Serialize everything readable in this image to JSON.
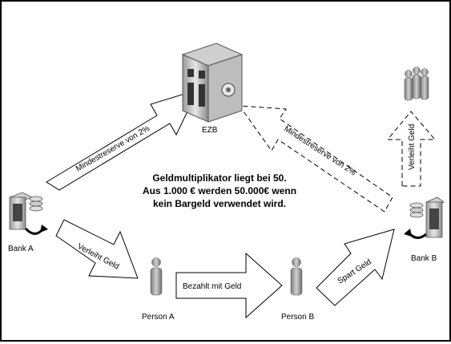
{
  "labels": {
    "ezb": "EZB",
    "bank_a": "Bank A",
    "bank_b": "Bank B",
    "person_a": "Person A",
    "person_b": "Person B"
  },
  "arrows": {
    "reserve_a": "Mindestreserve von 2%",
    "reserve_b": "Mindestreserve von 2%",
    "lend_a": "Verleiht Geld",
    "lend_b": "Verleiht Geld",
    "pay": "Bezahlt mit Geld",
    "save": "Spart Geld"
  },
  "center_text": {
    "line1": "Geldmultiplikator liegt bei 50.",
    "line2": "Aus 1.000 € werden 50.000€ wenn",
    "line3": "kein Bargeld verwendet wird."
  },
  "colors": {
    "arrow_stroke": "#000000",
    "arrow_fill": "#ffffff",
    "building_fill": "#d9d9d9",
    "person_fill": "#bfbfbf"
  },
  "icons": {
    "ezb": "central-bank-building-icon",
    "bank": "bank-safe-icon",
    "person": "person-icon",
    "group": "people-group-icon"
  }
}
